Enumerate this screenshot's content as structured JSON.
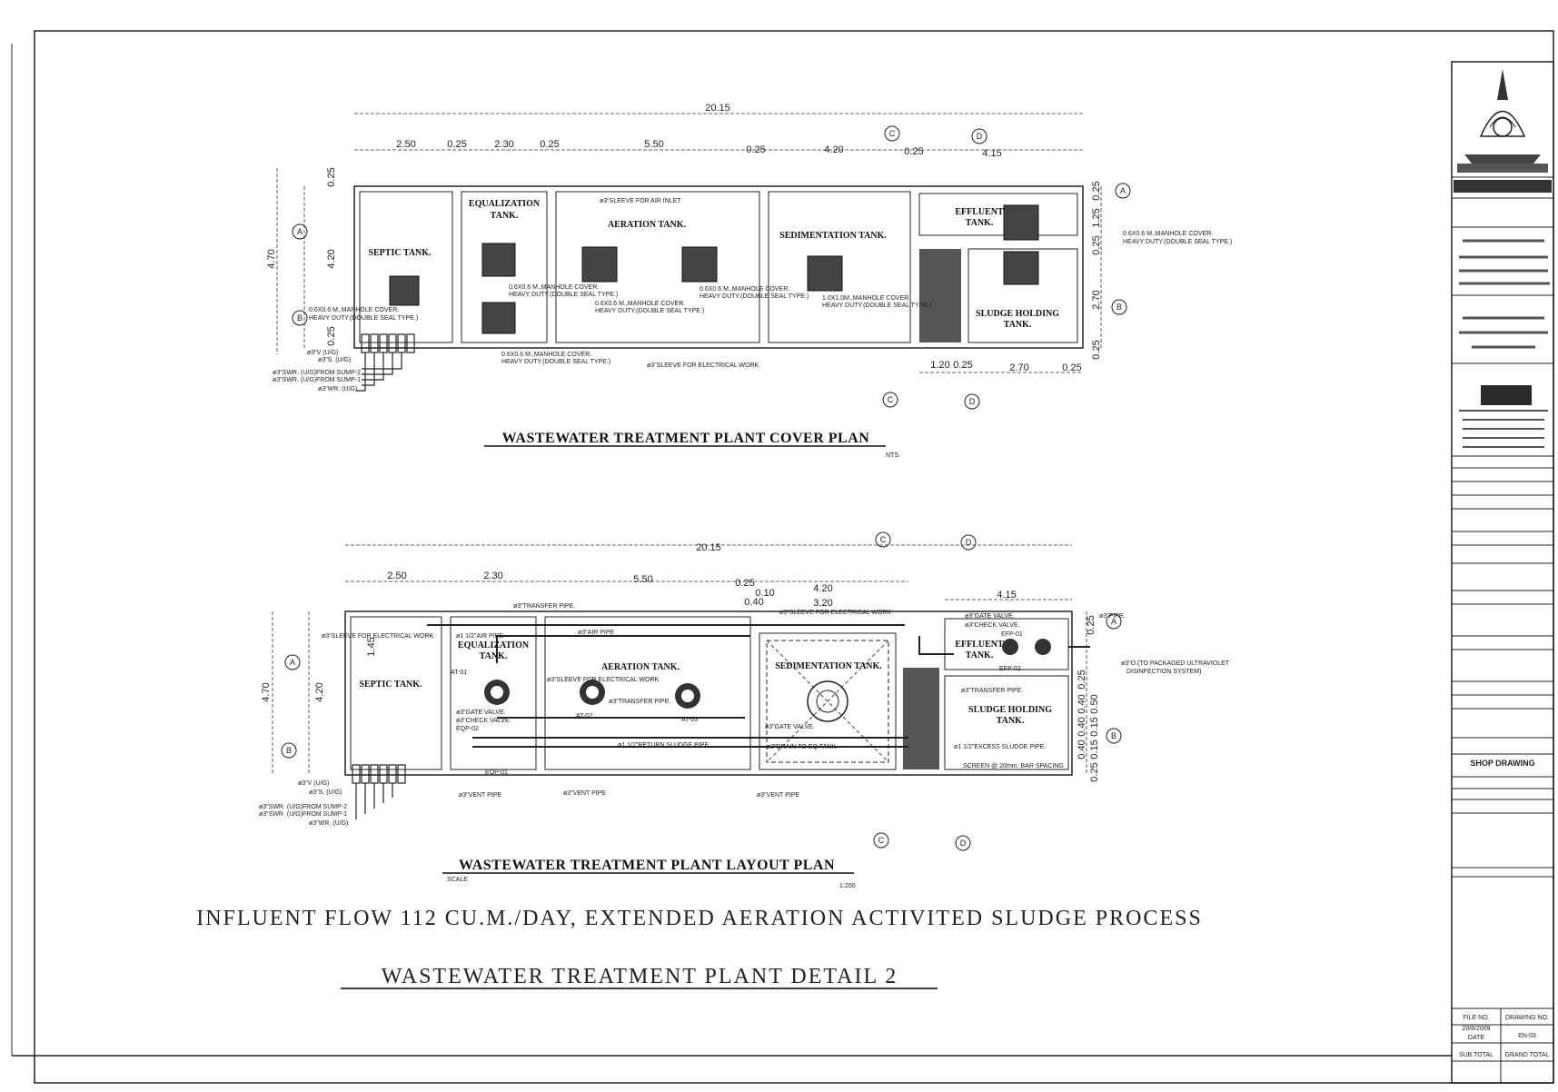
{
  "drawing": {
    "cover_plan_title": "WASTEWATER TREATMENT PLANT COVER PLAN",
    "layout_plan_title": "WASTEWATER TREATMENT PLANT LAYOUT PLAN",
    "layout_scale_label": "SCALE",
    "layout_scale_value": "1:200",
    "cover_scale_value": "NTS.",
    "main_line_1": "INFLUENT FLOW 112 CU.M./DAY, EXTENDED AERATION ACTIVITED SLUDGE PROCESS",
    "main_line_2": "WASTEWATER TREATMENT PLANT DETAIL 2"
  },
  "cover_plan": {
    "overall_dim": "20.15",
    "top_dims": [
      "2.50",
      "0.25",
      "2.30",
      "0.25",
      "5.50",
      "0.25",
      "4.20",
      "0.25",
      "4.15"
    ],
    "bottom_dims": [
      "1.20",
      "0.25",
      "2.70",
      "0.25"
    ],
    "left_dims": [
      "4.70",
      "0.25",
      "4.20",
      "0.25"
    ],
    "right_dims": [
      "0.25",
      "1.25",
      "0.25",
      "2.70",
      "0.25"
    ],
    "tanks": {
      "septic": "SEPTIC TANK.",
      "equalization_1": "EQUALIZATION",
      "equalization_2": "TANK.",
      "aeration": "AERATION TANK.",
      "sedimentation": "SEDIMENTATION TANK.",
      "effluent_1": "EFFLUENT",
      "effluent_2": "TANK.",
      "sludge_1": "SLUDGE HOLDING",
      "sludge_2": "TANK."
    },
    "notes": {
      "manhole_1": "0.6X0.6 M.,MANHOLE COVER.",
      "manhole_2": "HEAVY DUTY.(DOUBLE SEAL TYPE.)",
      "sleeve_air": "ø3\"SLEEVE FOR AIR INLET",
      "sleeve_elec": "ø3\"SLEEVE FOR ELECTRICAL WORK",
      "manhole_big_1": "1.0X1.0M.,MANHOLE COVER",
      "manhole_big_2": "HEAVY DUTY.(DOUBLE SEAL TYPE.)",
      "pipe_v": "ø3\"V (U/G)",
      "pipe_s": "ø3\"S. (U/G)",
      "pipe_swr1": "ø3\"SWR. (U/G)FROM SUMP-1",
      "pipe_swr2": "ø3\"SWR. (U/G)FROM SUMP-2",
      "pipe_wr": "ø3\"WR. (U/G)"
    },
    "sections": [
      "A",
      "B",
      "C",
      "D"
    ]
  },
  "layout_plan": {
    "overall_dim": "20.15",
    "top_dims": [
      "2.50",
      "2.30",
      "5.50",
      "0.25",
      "4.20",
      "0.10",
      "0.40",
      "3.20",
      "4.15"
    ],
    "left_dims": [
      "4.70",
      "4.20",
      "1.45"
    ],
    "right_dims": [
      "0.25",
      "0.25",
      "0.40",
      "0.40",
      "0.40",
      "0.50",
      "0.15",
      "0.15",
      "0.25"
    ],
    "tanks": {
      "septic": "SEPTIC TANK.",
      "equalization_1": "EQUALIZATION",
      "equalization_2": "TANK.",
      "aeration": "AERATION TANK.",
      "sedimentation": "SEDIMENTATION TANK.",
      "effluent_1": "EFFLUENT",
      "effluent_2": "TANK.",
      "sludge_1": "SLUDGE HOLDING",
      "sludge_2": "TANK."
    },
    "notes": {
      "transfer_pipe": "ø3\"TRANSFER PIPE.",
      "sleeve_elec": "ø3\"SLEEVE FOR ELECTRICAL WORK",
      "air_pipe_1": "ø1 1/2\"AIR PIPE.",
      "air_pipe_3": "ø3\"AIR PIPE",
      "gate_valve": "ø3\"GATE VALVE.",
      "check_valve": "ø3\"CHECK VALVE.",
      "return_sludge": "ø1 1/2\"RETURN SLUDGE PIPE.",
      "excess_sludge": "ø1 1/2\"EXCESS SLUDGE PIPE.",
      "drain": "ø3\"DRAIN TO EQ.TANK.",
      "vent_pipe": "ø3\"VENT PIPE",
      "screen": "SCREEN @ 20mm. BAR SPACING",
      "uv": "ø3\"O.(TO PACKAGED ULTRAVIOLET",
      "uv2": "DISINFECTION SYSTEM)",
      "pipe": "ø3\"PIPE.",
      "at1": "AT-01",
      "at2": "AT-02",
      "at3": "AT-03",
      "eqp1": "EQP-01",
      "eqp2": "EQP-02",
      "efp1": "EFP-01",
      "efp2": "EFP-02",
      "pipe_v": "ø3\"V (U/G)",
      "pipe_s": "ø3\"S. (U/G)",
      "pipe_swr1": "ø3\"SWR. (U/G)FROM SUMP-1",
      "pipe_swr2": "ø3\"SWR. (U/G)FROM SUMP-2",
      "pipe_wr": "ø3\"WR. (U/G)"
    }
  },
  "title_block": {
    "shop_drawing": "SHOP DRAWING",
    "file_no_label": "FILE NO.",
    "drawing_no_label": "DRAWING NO.",
    "date_value": "20/8/2009",
    "date_label": "DATE",
    "drawing_no_value": "EN-03",
    "sub_total": "SUB TOTAL",
    "grand_total": "GRAND TOTAL"
  }
}
